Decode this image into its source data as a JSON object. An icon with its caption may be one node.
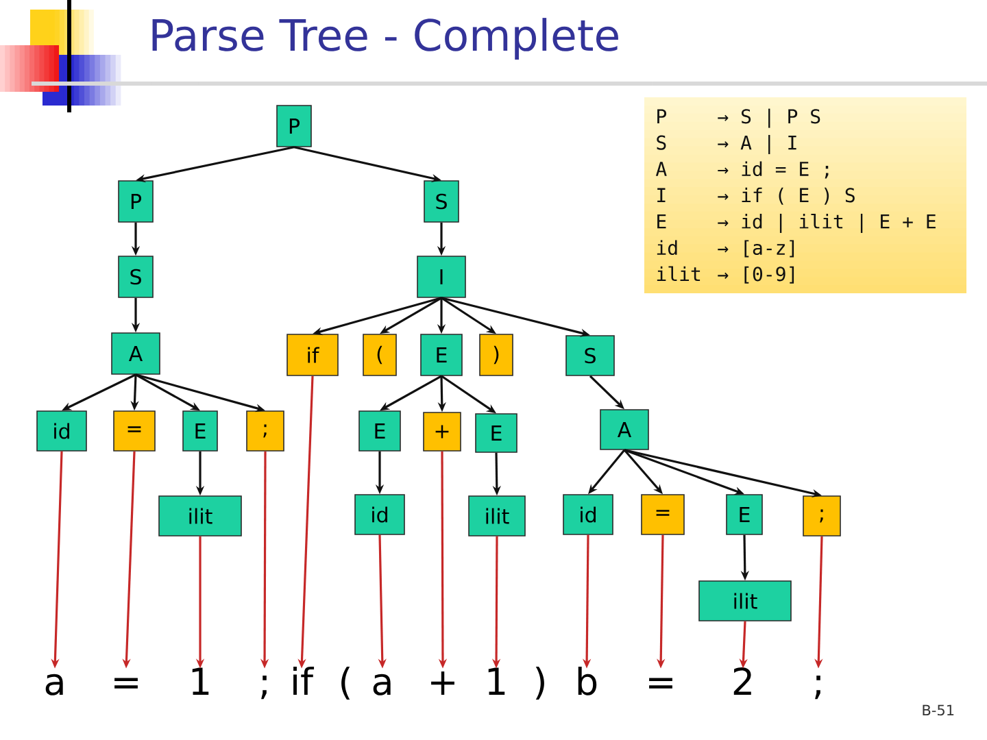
{
  "diagram": {
    "title": "Parse Tree - Complete",
    "nodes": [
      {
        "text": [
          "P"
        ]
      },
      {
        "text": [
          "P"
        ]
      },
      {
        "text": [
          "S"
        ]
      },
      {
        "text": [
          "S"
        ]
      },
      {
        "text": [
          "I"
        ]
      },
      {
        "text": [
          "A"
        ]
      },
      {
        "text": [
          "if"
        ]
      },
      {
        "text": [
          "("
        ]
      },
      {
        "text": [
          "E"
        ]
      },
      {
        "text": [
          ")"
        ]
      },
      {
        "text": [
          "S"
        ]
      },
      {
        "text": [
          "id"
        ]
      },
      {
        "text": [
          "="
        ]
      },
      {
        "text": [
          "E"
        ]
      },
      {
        "text": [
          ";"
        ]
      },
      {
        "text": [
          "E"
        ]
      },
      {
        "text": [
          "+"
        ]
      },
      {
        "text": [
          "E"
        ]
      },
      {
        "text": [
          "A"
        ]
      },
      {
        "text": [
          "ilit"
        ]
      },
      {
        "text": [
          "id"
        ]
      },
      {
        "text": [
          "ilit"
        ]
      },
      {
        "text": [
          "id"
        ]
      },
      {
        "text": [
          "="
        ]
      },
      {
        "text": [
          "E"
        ]
      },
      {
        "text": [
          ";"
        ]
      },
      {
        "text": [
          "ilit"
        ]
      },
      {
        "text": [
          "a"
        ]
      },
      {
        "text": [
          "="
        ]
      },
      {
        "text": [
          "1"
        ]
      },
      {
        "text": [
          ";"
        ]
      },
      {
        "text": [
          "if"
        ]
      },
      {
        "text": [
          "a"
        ]
      },
      {
        "text": [
          "+"
        ]
      },
      {
        "text": [
          "1"
        ]
      },
      {
        "text": [
          "b"
        ]
      },
      {
        "text": [
          "="
        ]
      },
      {
        "text": [
          "2"
        ]
      },
      {
        "text": [
          ";"
        ]
      },
      {
        "text": [
          "P",
          "→ S | P S",
          "S",
          "→ A | I",
          "A",
          "→ id = E ;",
          "I",
          "→ if ( E ) S",
          "E",
          "→ id | ilit | E + E",
          "id",
          "→ [a-z]",
          "ilit",
          "→ [0-9]"
        ]
      }
    ],
    "edges": [
      {
        "from": 0,
        "to": 1,
        "arrow": "to"
      },
      {
        "from": 0,
        "to": 2,
        "arrow": "to"
      },
      {
        "from": 1,
        "to": 3,
        "arrow": "to"
      },
      {
        "from": 2,
        "to": 4,
        "arrow": "to"
      },
      {
        "from": 3,
        "to": 5,
        "arrow": "to"
      },
      {
        "from": 4,
        "to": 6,
        "arrow": "to"
      },
      {
        "from": 4,
        "to": 7,
        "arrow": "to"
      },
      {
        "from": 4,
        "to": 8,
        "arrow": "to"
      },
      {
        "from": 4,
        "to": 9,
        "arrow": "to"
      },
      {
        "from": 4,
        "to": 10,
        "arrow": "to"
      },
      {
        "from": 5,
        "to": 11,
        "arrow": "to"
      },
      {
        "from": 5,
        "to": 12,
        "arrow": "to"
      },
      {
        "from": 5,
        "to": 13,
        "arrow": "to"
      },
      {
        "from": 5,
        "to": 14,
        "arrow": "to"
      },
      {
        "from": 8,
        "to": 15,
        "arrow": "to"
      },
      {
        "from": 8,
        "to": 16,
        "arrow": "to"
      },
      {
        "from": 8,
        "to": 17,
        "arrow": "to"
      },
      {
        "from": 10,
        "to": 18,
        "arrow": "to"
      },
      {
        "from": 13,
        "to": 19,
        "arrow": "to"
      },
      {
        "from": 15,
        "to": 20,
        "arrow": "to"
      },
      {
        "from": 17,
        "to": 21,
        "arrow": "to"
      },
      {
        "from": 18,
        "to": 22,
        "arrow": "to"
      },
      {
        "from": 18,
        "to": 23,
        "arrow": "to"
      },
      {
        "from": 18,
        "to": 24,
        "arrow": "to"
      },
      {
        "from": 18,
        "to": 25,
        "arrow": "to"
      },
      {
        "from": 24,
        "to": 26,
        "arrow": "to"
      },
      {
        "from": 11,
        "to": 27,
        "arrow": "to",
        "color": "#c62828"
      },
      {
        "from": 12,
        "to": 28,
        "arrow": "to",
        "color": "#c62828"
      },
      {
        "from": 19,
        "to": 29,
        "arrow": "to",
        "color": "#c62828"
      },
      {
        "from": 14,
        "to": 30,
        "arrow": "to",
        "color": "#c62828"
      },
      {
        "from": 6,
        "to": 31,
        "arrow": "to",
        "color": "#c62828"
      },
      {
        "from": 20,
        "to": 32,
        "arrow": "to",
        "color": "#c62828"
      },
      {
        "from": 16,
        "to": 33,
        "arrow": "to",
        "color": "#c62828"
      },
      {
        "from": 21,
        "to": 34,
        "arrow": "to",
        "color": "#c62828"
      },
      {
        "from": 22,
        "to": 35,
        "arrow": "to",
        "color": "#c62828"
      },
      {
        "from": 23,
        "to": 36,
        "arrow": "to",
        "color": "#c62828"
      },
      {
        "from": 26,
        "to": 37,
        "arrow": "to",
        "color": "#c62828"
      },
      {
        "from": 25,
        "to": 38,
        "arrow": "to",
        "color": "#c62828"
      }
    ],
    "labels": [
      "(",
      ")",
      "B-51"
    ]
  }
}
